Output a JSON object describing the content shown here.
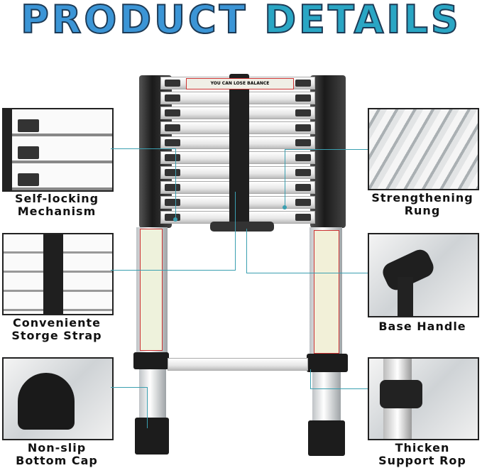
{
  "title": {
    "word1": "PRODUCT",
    "word2": "DETAILS"
  },
  "features": [
    {
      "line1": "Self-locking",
      "line2": "Mechanism"
    },
    {
      "line1": "Strengthening",
      "line2": "Rung"
    },
    {
      "line1": "Conveniente",
      "line2": "Storge Strap"
    },
    {
      "line1": "Base Handle",
      "line2": ""
    },
    {
      "line1": "Non-slip",
      "line2": "Bottom Cap"
    },
    {
      "line1": "Thicken",
      "line2": "Support Rop"
    }
  ],
  "sticker_text": "YOU CAN LOSE BALANCE",
  "colors": {
    "title_blue": "#3b95d6",
    "title_teal": "#2aa6c4",
    "callout_line": "#3a9fb0"
  }
}
